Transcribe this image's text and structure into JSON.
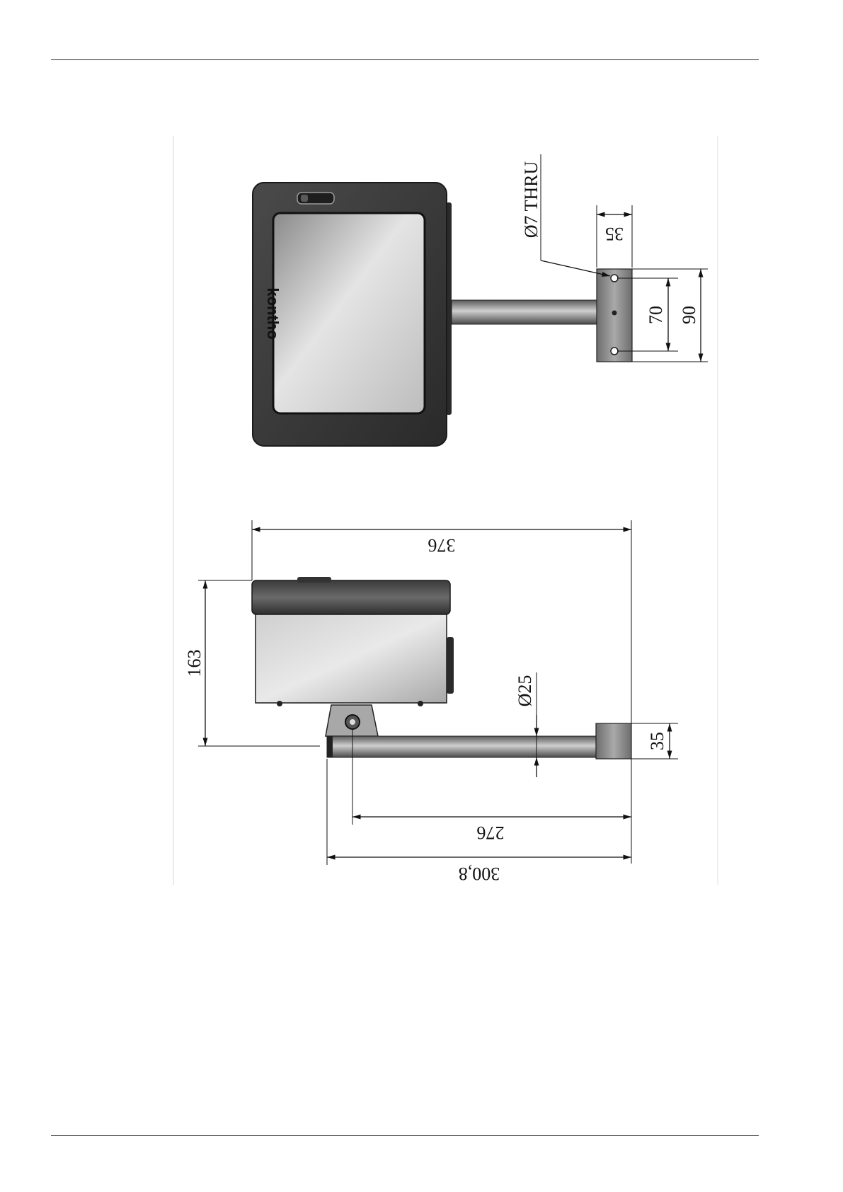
{
  "drawing": {
    "brand_logo": "kontho",
    "dimensions": {
      "hole_callout": "Ø7 THRU",
      "plate_width": "35",
      "hole_spacing": "70",
      "plate_height": "90",
      "overall_length": "376",
      "overall_height": "163",
      "tube_diameter": "Ø25",
      "tube_height": "35",
      "pivot_to_end": "276",
      "arm_length": "300,8"
    }
  }
}
